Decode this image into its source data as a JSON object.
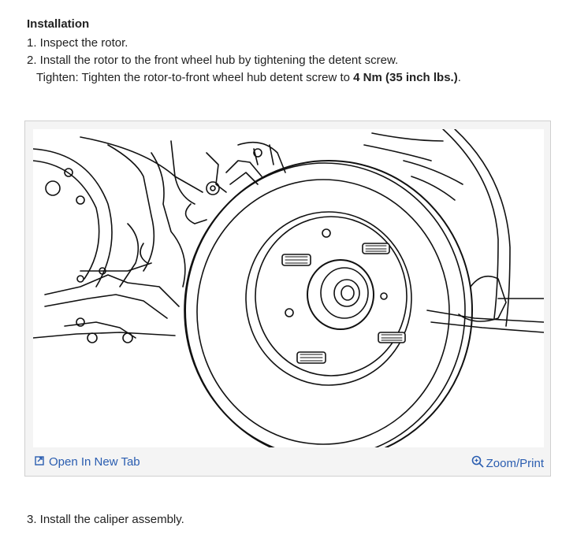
{
  "section": {
    "heading": "Installation",
    "steps": [
      "1. Inspect the rotor.",
      "2. Install the rotor to the front wheel hub by tightening the detent screw."
    ],
    "tighten": {
      "prefix": "Tighten: Tighten the rotor-to-front wheel hub detent screw to ",
      "torque": "4 Nm (35 inch lbs.)",
      "suffix": "."
    },
    "step3": "3. Install the caliper assembly."
  },
  "figure": {
    "open_link": "Open In New Tab",
    "zoom_link": "Zoom/Print",
    "link_color": "#2a5db0",
    "open_icon": "open-new-tab-icon",
    "zoom_icon": "zoom-magnifier-icon"
  }
}
